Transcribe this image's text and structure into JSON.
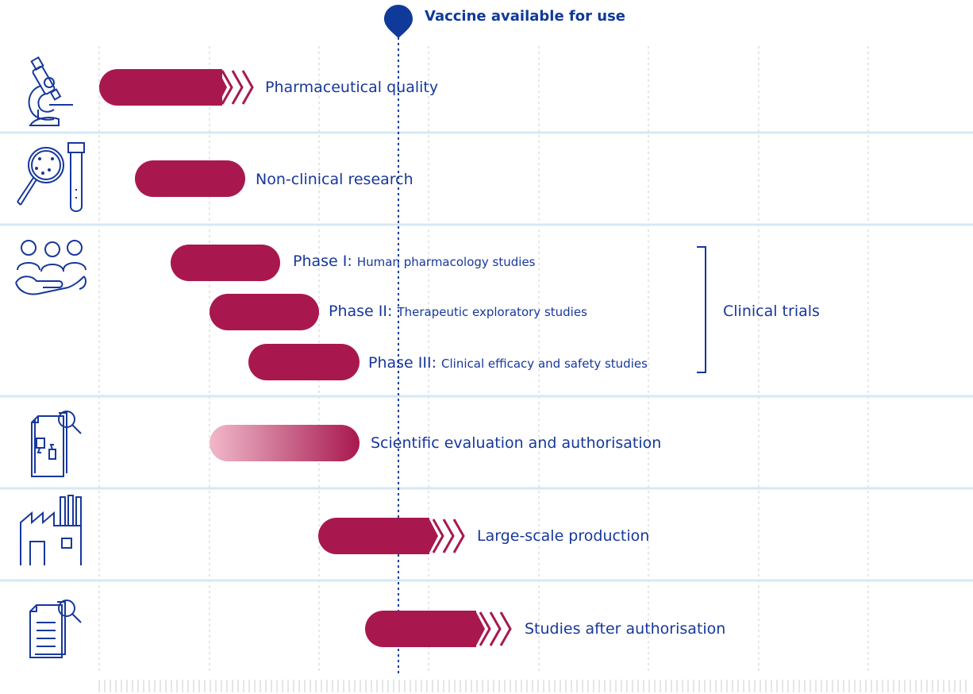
{
  "marker": {
    "label": "Vaccine available for use"
  },
  "rows": [
    {
      "label": "Pharmaceutical quality",
      "icon": "microscope-icon"
    },
    {
      "label": "Non-clinical research",
      "icon": "magnifier-test-tube-icon"
    },
    {
      "label": "Clinical trials",
      "icon": "people-hands-icon",
      "phases": [
        {
          "phase": "Phase I:",
          "desc": "Human pharmacology studies"
        },
        {
          "phase": "Phase II:",
          "desc": "Therapeutic exploratory studies"
        },
        {
          "phase": "Phase III:",
          "desc": "Clinical efficacy and safety studies"
        }
      ]
    },
    {
      "label": "Scientific evaluation and authorisation",
      "icon": "document-evaluation-icon"
    },
    {
      "label": "Large-scale production",
      "icon": "factory-icon"
    },
    {
      "label": "Studies after authorisation",
      "icon": "document-search-icon"
    }
  ],
  "colors": {
    "bar": "#a8184f",
    "text": "#17389b",
    "divider": "#d6e8f5",
    "grid": "#c9ccd6",
    "marker": "#0f3a9a"
  }
}
